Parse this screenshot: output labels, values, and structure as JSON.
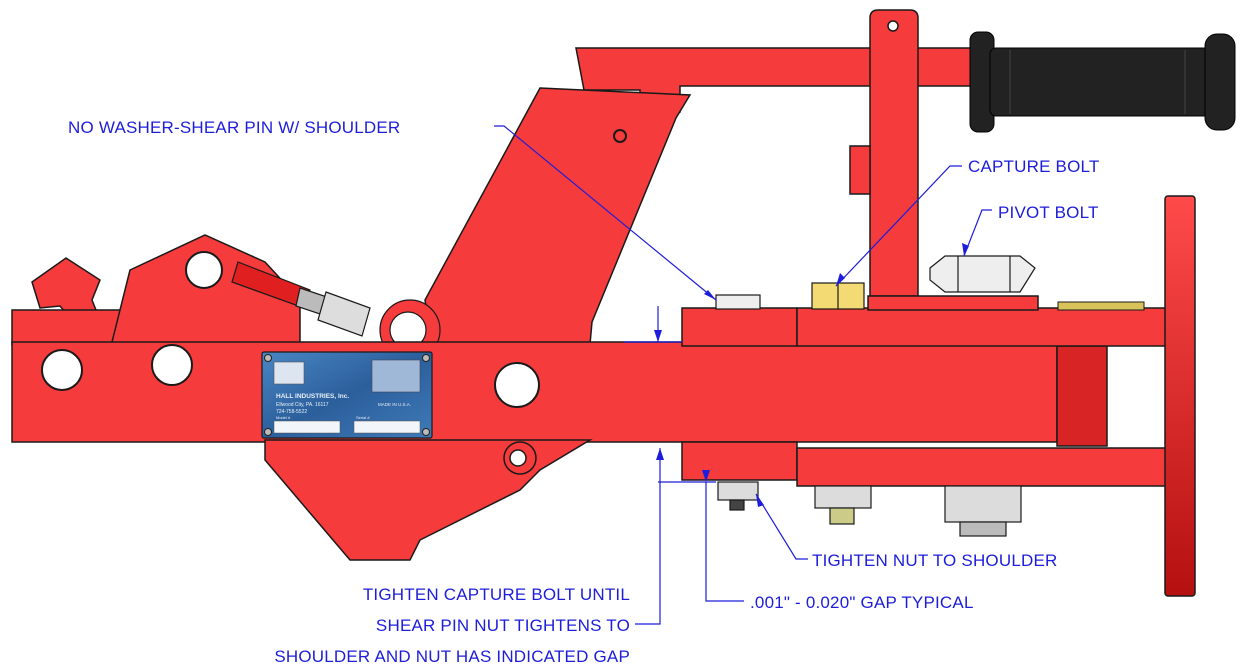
{
  "colors": {
    "body_red": "#f53b3b",
    "edge": "#1a1a1a",
    "callout_blue": "#1d1ddb",
    "handle_black": "#222222",
    "plate_blue": "#2f6fb0",
    "brass": "#f3da72",
    "steel": "#dcdcdc"
  },
  "callouts": {
    "no_washer": "NO WASHER-SHEAR PIN W/ SHOULDER",
    "capture_bolt": "CAPTURE BOLT",
    "pivot_bolt": "PIVOT BOLT",
    "tighten_nut": "TIGHTEN NUT TO SHOULDER",
    "gap_typical": ".001\" - 0.020\" GAP TYPICAL",
    "tighten_capture_line1": "TIGHTEN CAPTURE BOLT UNTIL",
    "tighten_capture_line2": "SHEAR PIN NUT TIGHTENS TO",
    "tighten_capture_line3": "SHOULDER AND NUT HAS INDICATED GAP"
  },
  "nameplate": {
    "company": "HALL INDUSTRIES, Inc.",
    "address": "Ellwood City, PA. 16117",
    "phone": "724-758-5522",
    "made_in": "MADE IN U.S.A.",
    "model_label": "Model #",
    "serial_label": "Serial #"
  }
}
